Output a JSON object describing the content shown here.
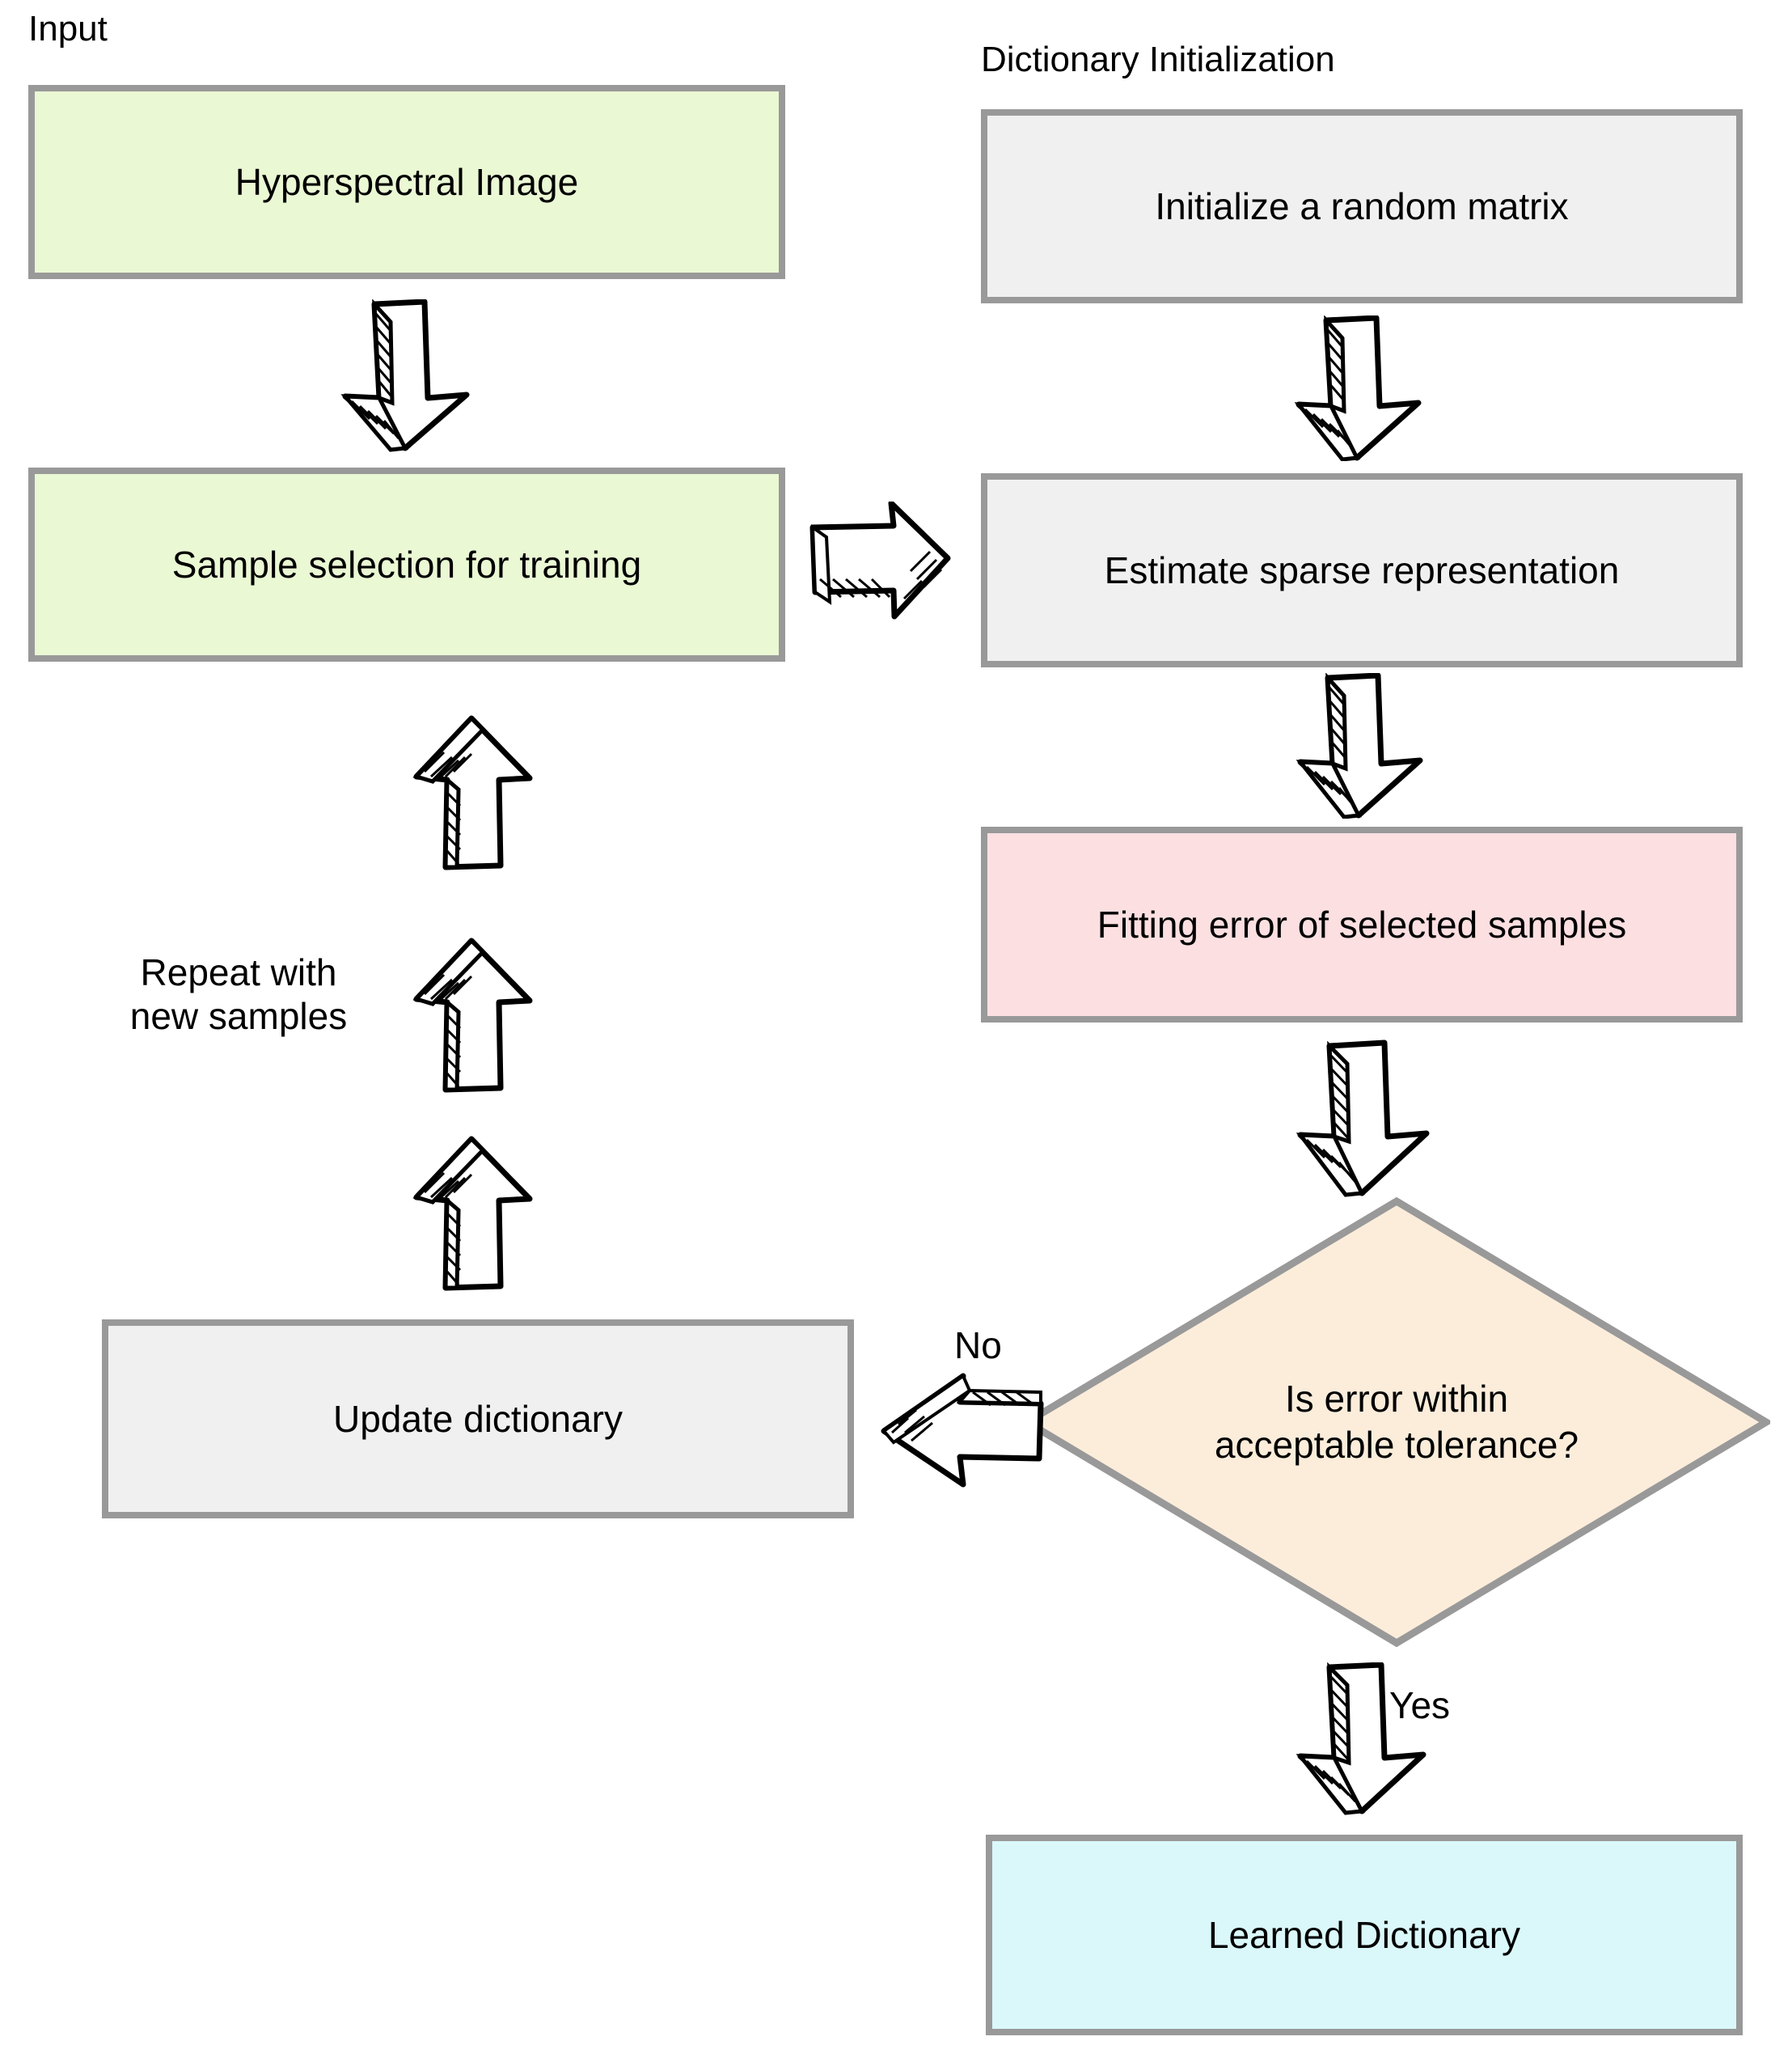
{
  "diagram": {
    "title": "Dictionary learning flowchart",
    "type": "flowchart",
    "colors": {
      "input_fill": "#eaf8d4",
      "process_fill": "#f0f0f0",
      "error_fill": "#fcdfe1",
      "output_fill": "#daf8fa",
      "decision_fill": "#fceddb",
      "node_border": "#999999",
      "arrow_stroke": "#000000",
      "background": "#ffffff"
    },
    "captions": [
      {
        "id": "input-caption",
        "text": "Input"
      },
      {
        "id": "dictionary-init-caption",
        "text": "Dictionary Initialization"
      }
    ],
    "nodes": [
      {
        "id": "hyperspectral-image",
        "label": "Hyperspectral Image",
        "shape": "rect",
        "fill": "input_fill"
      },
      {
        "id": "sample-selection",
        "label": "Sample selection for training",
        "shape": "rect",
        "fill": "input_fill"
      },
      {
        "id": "initialize-random-matrix",
        "label": "Initialize a random matrix",
        "shape": "rect",
        "fill": "process_fill"
      },
      {
        "id": "estimate-sparse",
        "label": "Estimate sparse representation",
        "shape": "rect",
        "fill": "process_fill"
      },
      {
        "id": "fitting-error",
        "label": "Fitting error of selected samples",
        "shape": "rect",
        "fill": "error_fill"
      },
      {
        "id": "error-tolerance-decision",
        "label": "Is error within\nacceptable tolerance?",
        "shape": "diamond",
        "fill": "decision_fill"
      },
      {
        "id": "update-dictionary",
        "label": "Update dictionary",
        "shape": "rect",
        "fill": "process_fill"
      },
      {
        "id": "learned-dictionary",
        "label": "Learned Dictionary",
        "shape": "rect",
        "fill": "output_fill"
      }
    ],
    "annotations": [
      {
        "id": "repeat-note",
        "text": "Repeat with\nnew samples"
      }
    ],
    "edge_labels": [
      {
        "id": "no-label",
        "text": "No"
      },
      {
        "id": "yes-label",
        "text": "Yes"
      }
    ],
    "edges": [
      {
        "id": "edge-image-to-sample",
        "from": "hyperspectral-image",
        "to": "sample-selection",
        "direction": "down",
        "label": ""
      },
      {
        "id": "edge-sample-to-estimate",
        "from": "sample-selection",
        "to": "estimate-sparse",
        "direction": "right",
        "label": ""
      },
      {
        "id": "edge-init-to-estimate",
        "from": "initialize-random-matrix",
        "to": "estimate-sparse",
        "direction": "down",
        "label": ""
      },
      {
        "id": "edge-estimate-to-error",
        "from": "estimate-sparse",
        "to": "fitting-error",
        "direction": "down",
        "label": ""
      },
      {
        "id": "edge-error-to-decision",
        "from": "fitting-error",
        "to": "error-tolerance-decision",
        "direction": "down",
        "label": ""
      },
      {
        "id": "edge-decision-to-update",
        "from": "error-tolerance-decision",
        "to": "update-dictionary",
        "direction": "left",
        "label": "No"
      },
      {
        "id": "edge-decision-to-learned",
        "from": "error-tolerance-decision",
        "to": "learned-dictionary",
        "direction": "down",
        "label": "Yes"
      },
      {
        "id": "edge-update-to-sample-1",
        "from": "update-dictionary",
        "to": "sample-selection",
        "direction": "up",
        "label": ""
      },
      {
        "id": "edge-update-to-sample-2",
        "from": "update-dictionary",
        "to": "sample-selection",
        "direction": "up",
        "label": ""
      },
      {
        "id": "edge-update-to-sample-3",
        "from": "update-dictionary",
        "to": "sample-selection",
        "direction": "up",
        "label": ""
      }
    ]
  }
}
